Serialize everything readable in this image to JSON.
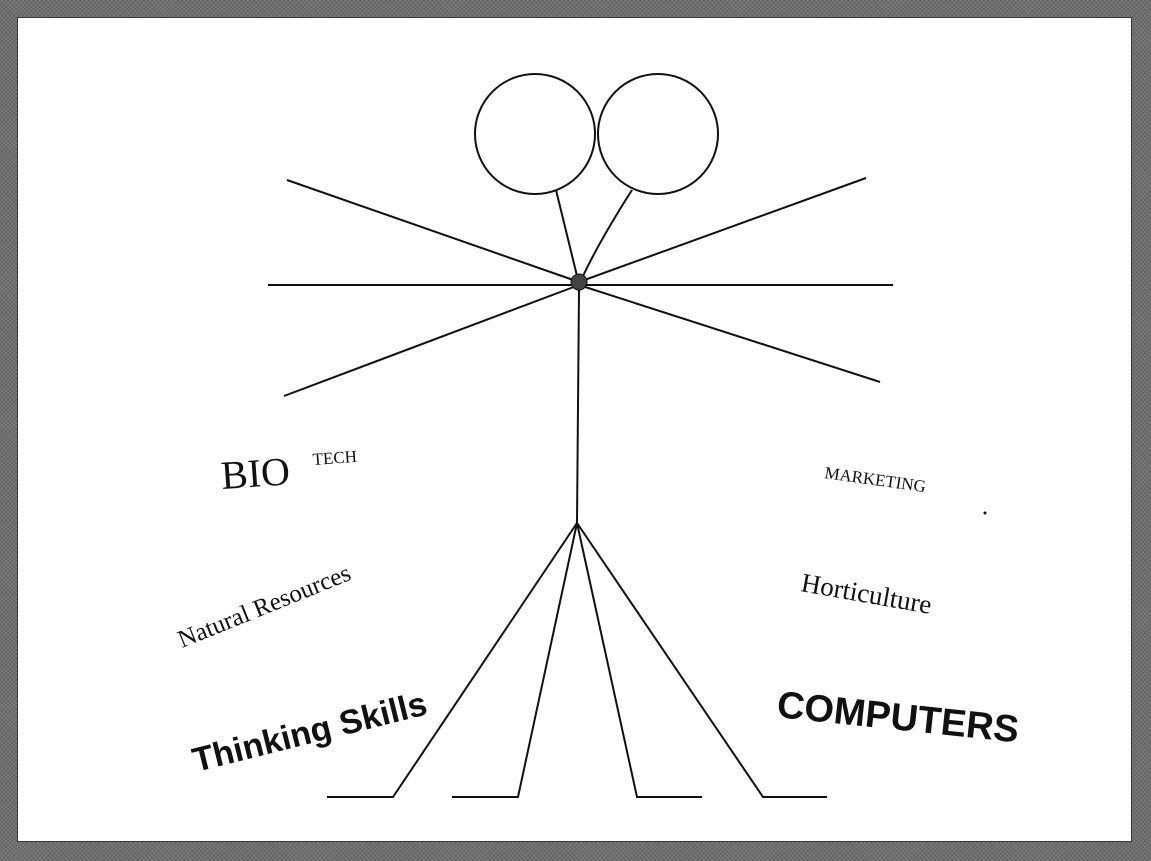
{
  "diagram": {
    "labels": {
      "bio": "BIO",
      "tech": "TECH",
      "natural_resources": "Natural Resources",
      "thinking_skills": "Thinking Skills",
      "marketing": "MARKETING",
      "horticulture": "Horticulture",
      "computers": "COMPUTERS"
    },
    "colors": {
      "ink": "#111111",
      "paper": "#ffffff",
      "frame": "#6e6e6e"
    }
  }
}
